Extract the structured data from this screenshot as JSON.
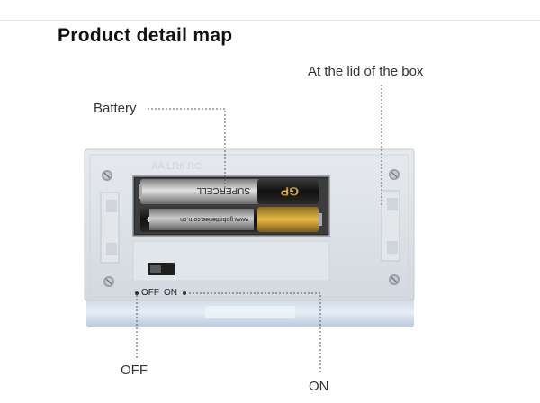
{
  "title": "Product detail map",
  "labels": {
    "battery": "Battery",
    "lid": "At the lid of the box",
    "off_small": "OFF",
    "on_small": "ON",
    "off": "OFF",
    "on": "ON"
  },
  "battery_print": {
    "brand": "GP",
    "line": "SUPERCELL",
    "url": "www.gpbatteries.com.cn"
  },
  "housing_print": "AA LR6 RC",
  "colors": {
    "housing": "#dfe4e8",
    "battery_wrap": "#1c1c1c",
    "battery_band": "#b8b8b8",
    "battery_cap": "#d4a436",
    "leader_line": "#555555"
  }
}
